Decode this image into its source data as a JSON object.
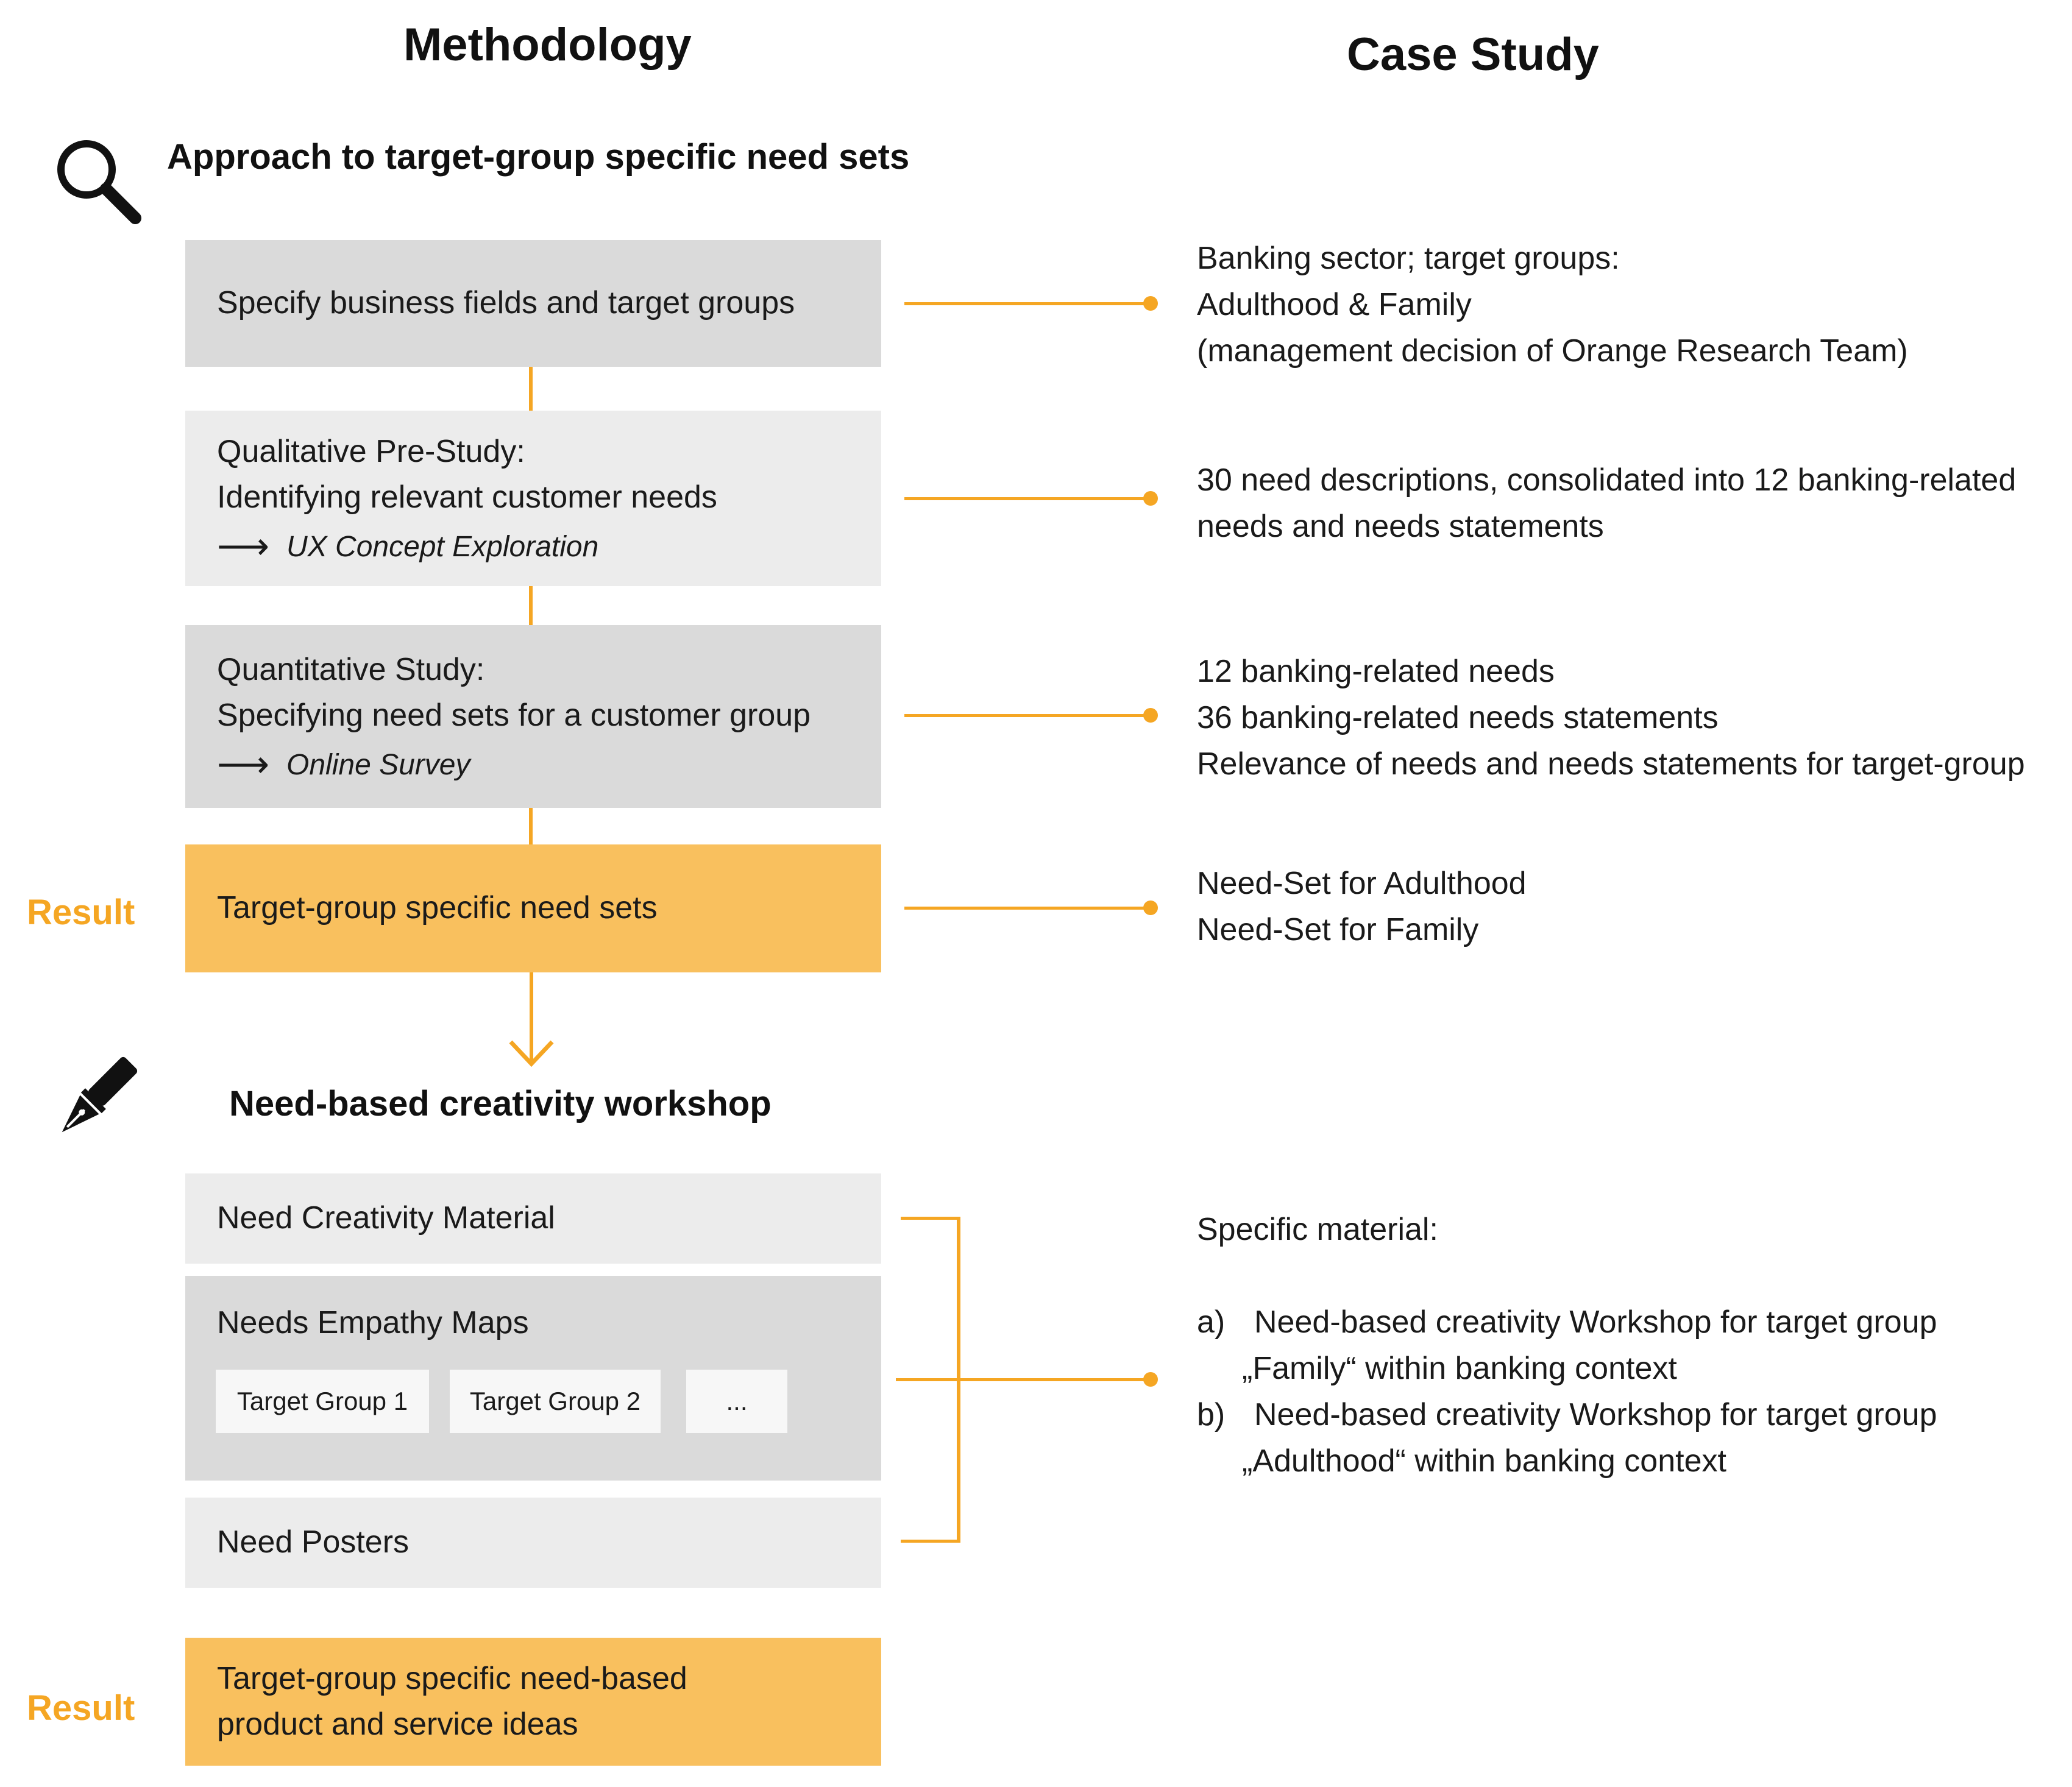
{
  "headers": {
    "methodology": "Methodology",
    "case_study": "Case Study"
  },
  "section1": {
    "title": "Approach to target-group specific need sets",
    "icon": "magnifier-icon"
  },
  "section2": {
    "title": "Need-based creativity workshop",
    "icon": "fountain-pen-icon"
  },
  "steps": [
    {
      "lines": [
        "Specify business fields and target groups"
      ]
    },
    {
      "lines": [
        "Qualitative Pre-Study:",
        "Identifying relevant customer needs"
      ],
      "via_arrow": "⟶",
      "via": "UX Concept Exploration"
    },
    {
      "lines": [
        "Quantitative Study:",
        "Specifying need sets for a customer group"
      ],
      "via_arrow": "⟶",
      "via": "Online Survey"
    }
  ],
  "result1": {
    "label": "Result",
    "text": "Target-group specific need sets"
  },
  "case_study": [
    {
      "lines": [
        "Banking sector; target groups:",
        "Adulthood & Family",
        "(management decision of Orange Research Team)"
      ]
    },
    {
      "lines": [
        "30 need descriptions, consolidated into 12 banking-related",
        "needs and needs statements"
      ]
    },
    {
      "lines": [
        "12 banking-related needs",
        "36 banking-related needs statements",
        "Relevance of needs and needs statements for target-group"
      ]
    },
    {
      "lines": [
        "Need-Set for Adulthood",
        "Need-Set for Family"
      ]
    }
  ],
  "workshop": {
    "material": "Need Creativity Material",
    "empathy_maps": "Needs Empathy Maps",
    "chips": [
      "Target Group 1",
      "Target Group 2",
      "..."
    ],
    "posters": "Need Posters"
  },
  "workshop_case": {
    "title": "Specific material:",
    "items": [
      {
        "marker": "a)",
        "line1": "Need-based creativity Workshop for target group",
        "line2": "„Family“ within banking context"
      },
      {
        "marker": "b)",
        "line1": "Need-based creativity Workshop for target group",
        "line2": "„Adulthood“ within banking context"
      }
    ]
  },
  "result2": {
    "label": "Result",
    "lines": [
      "Target-group specific need-based",
      "product and service ideas"
    ]
  },
  "colors": {
    "accent": "#f5a623",
    "box_dark": "#dadada",
    "box_light": "#ececec",
    "result_fill": "#f9c05e"
  }
}
